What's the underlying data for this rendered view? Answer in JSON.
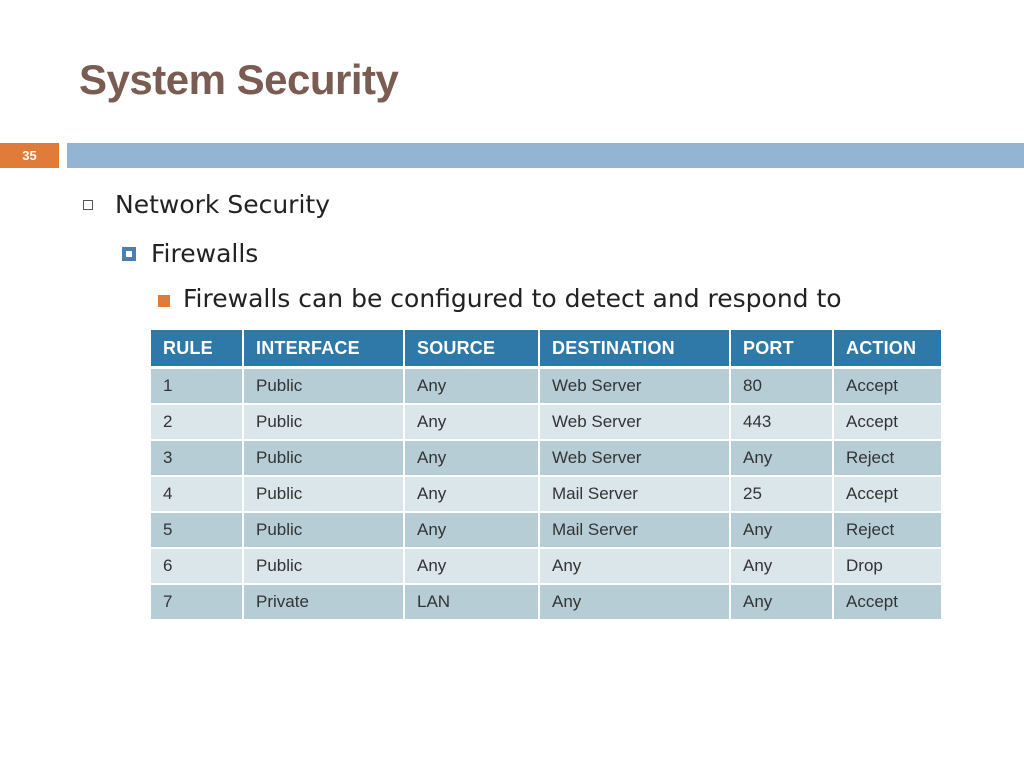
{
  "slide": {
    "title": "System Security",
    "number": "35"
  },
  "bullets": {
    "level1": "Network Security",
    "level2": "Firewalls",
    "level3": "Firewalls can be configured to detect and respond to"
  },
  "colors": {
    "title": "#7a5c52",
    "accent_orange": "#e07b39",
    "accent_bar_blue": "#93b4d3",
    "bullet_blue": "#4a7eb7",
    "table_header": "#2e79a8",
    "row_odd": "#b7cdd6",
    "row_even": "#dbe6ea"
  },
  "table": {
    "headers": [
      "RULE",
      "INTERFACE",
      "SOURCE",
      "DESTINATION",
      "PORT",
      "ACTION"
    ],
    "rows": [
      [
        "1",
        "Public",
        "Any",
        "Web Server",
        "80",
        "Accept"
      ],
      [
        "2",
        "Public",
        "Any",
        "Web Server",
        "443",
        "Accept"
      ],
      [
        "3",
        "Public",
        "Any",
        "Web Server",
        "Any",
        "Reject"
      ],
      [
        "4",
        "Public",
        "Any",
        "Mail Server",
        "25",
        "Accept"
      ],
      [
        "5",
        "Public",
        "Any",
        "Mail Server",
        "Any",
        "Reject"
      ],
      [
        "6",
        "Public",
        "Any",
        "Any",
        "Any",
        "Drop"
      ],
      [
        "7",
        "Private",
        "LAN",
        "Any",
        "Any",
        "Accept"
      ]
    ]
  }
}
